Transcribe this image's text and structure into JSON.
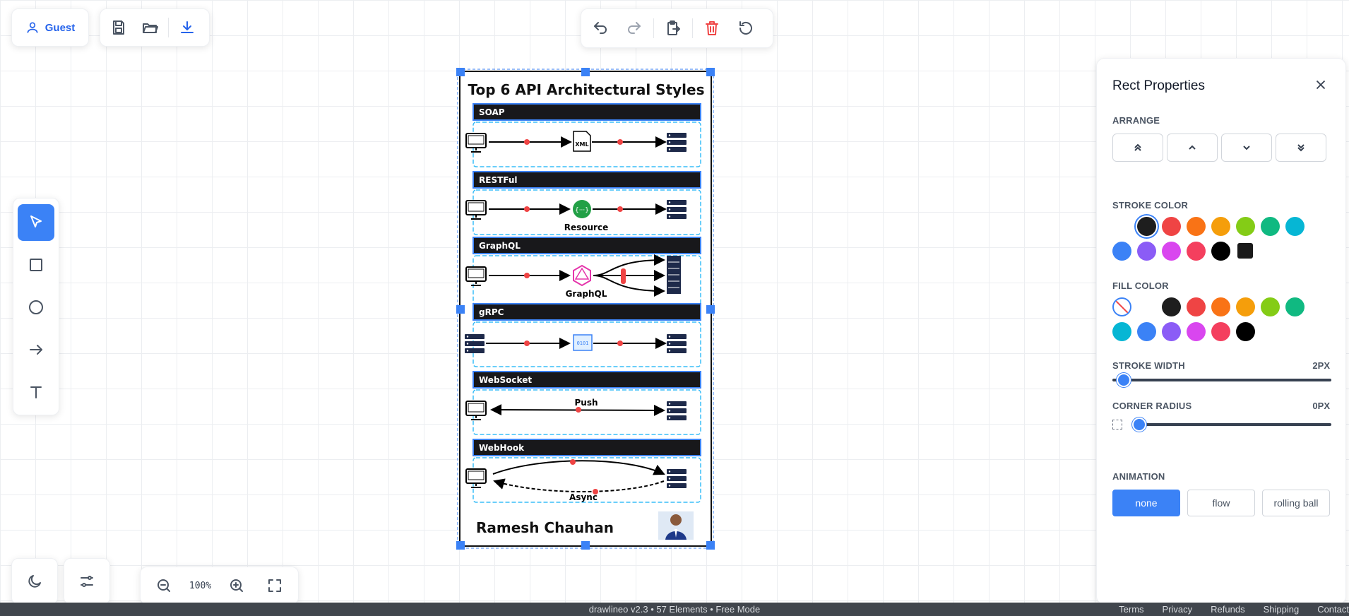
{
  "user": {
    "label": "Guest"
  },
  "zoom": {
    "value": "100%"
  },
  "status": {
    "text": "drawlineo v2.3 • 57 Elements • Free Mode",
    "links": [
      "Terms",
      "Privacy",
      "Refunds",
      "Shipping",
      "Contact"
    ]
  },
  "diagram": {
    "title": "Top 6 API Architectural Styles",
    "sections": [
      {
        "label": "SOAP",
        "center_label": "XML"
      },
      {
        "label": "RESTFul",
        "center_label": "Resource"
      },
      {
        "label": "GraphQL",
        "center_label": "GraphQL"
      },
      {
        "label": "gRPC",
        "center_label": ""
      },
      {
        "label": "WebSocket",
        "center_label": "Push"
      },
      {
        "label": "WebHook",
        "center_label": "Async"
      }
    ],
    "author": "Ramesh Chauhan"
  },
  "properties": {
    "title": "Rect Properties",
    "arrange_label": "ARRANGE",
    "stroke_color_label": "STROKE COLOR",
    "fill_color_label": "FILL COLOR",
    "stroke_width_label": "STROKE WIDTH",
    "stroke_width_value": "2PX",
    "stroke_width_fraction": 0.05,
    "corner_radius_label": "CORNER RADIUS",
    "corner_radius_value": "0PX",
    "corner_radius_fraction": 0.0,
    "animation_label": "ANIMATION",
    "animation_options": [
      "none",
      "flow",
      "rolling ball"
    ],
    "animation_selected": "none",
    "stroke_colors": [
      "#ffffff",
      "#1e1e1e",
      "#ef4444",
      "#f97316",
      "#f59e0b",
      "#84cc16",
      "#10b981",
      "#06b6d4",
      "#3b82f6",
      "#8b5cf6",
      "#d946ef",
      "#f43f5e",
      "#000000",
      "#1a1a1a"
    ],
    "stroke_selected": "#1e1e1e",
    "fill_colors": [
      "none",
      "#ffffff",
      "#1e1e1e",
      "#ef4444",
      "#f97316",
      "#f59e0b",
      "#84cc16",
      "#10b981",
      "#06b6d4",
      "#3b82f6",
      "#8b5cf6",
      "#d946ef",
      "#f43f5e",
      "#000000"
    ],
    "fill_selected": "none"
  },
  "colors": {
    "accent": "#3b82f6",
    "section_header": "#18181b",
    "dot": "#ef4444",
    "dashed": "#38bdf8"
  }
}
